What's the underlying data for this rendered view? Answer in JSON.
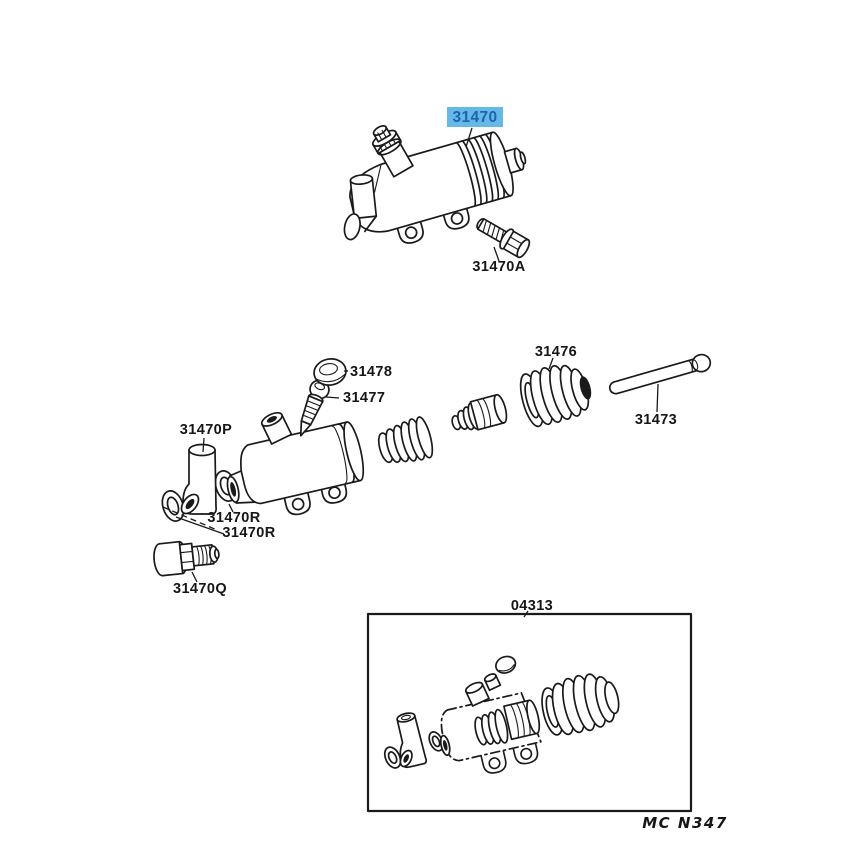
{
  "diagram": {
    "background": "#ffffff",
    "line_color": "#1a1a1a",
    "highlight": {
      "background": "#64b9e8",
      "text": "#1d64ab"
    },
    "callouts": {
      "main_cylinder": "31470",
      "mounting_bolt": "31470A",
      "bleeder_cap": "31478",
      "bleeder_plug": "31477",
      "boot": "31476",
      "push_rod": "31473",
      "union_fitting": "31470P",
      "gasket_upper": "31470R",
      "gasket_lower": "31470R",
      "plug_bolt": "31470Q",
      "repair_kit": "04313",
      "sheet_code": "MC N347"
    }
  }
}
